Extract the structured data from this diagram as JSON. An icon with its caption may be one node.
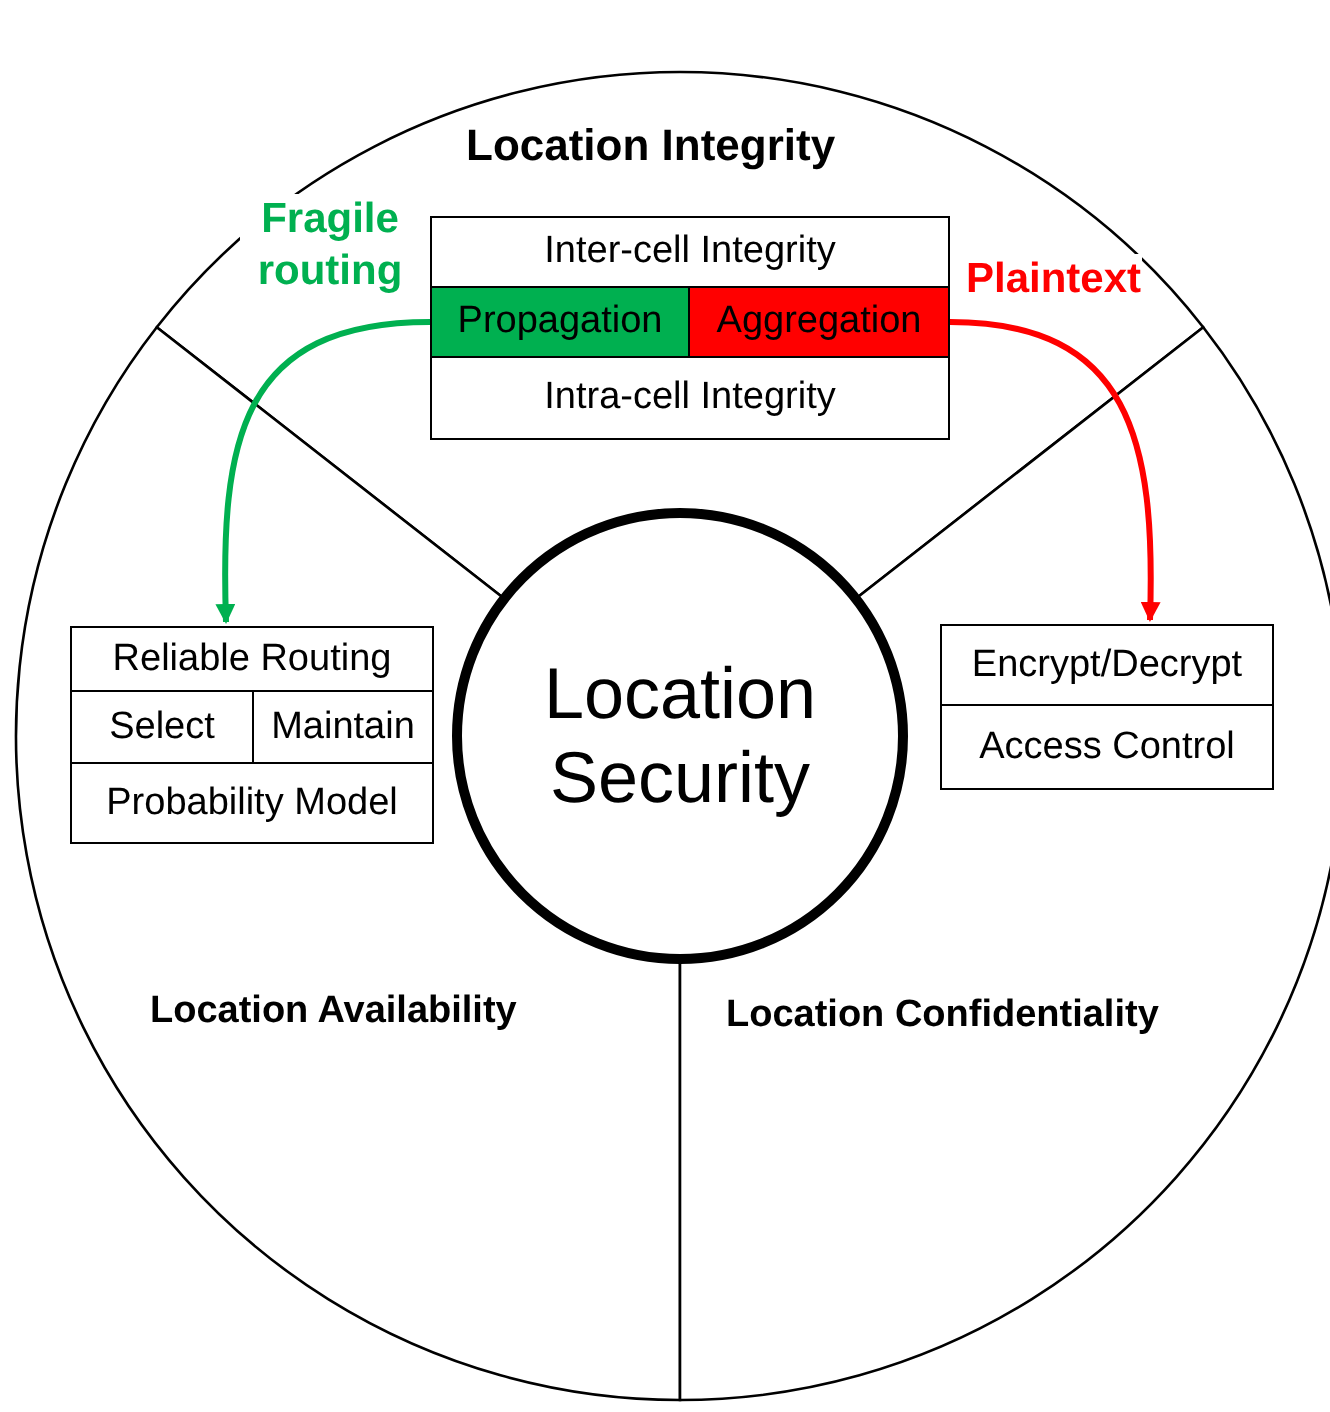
{
  "diagram": {
    "nodes": [
      {
        "text": [
          "Location Integrity"
        ]
      },
      {
        "text": [
          "Inter-cell Integrity"
        ],
        "in": 0
      },
      {
        "text": [
          "Propagation"
        ],
        "in": 0
      },
      {
        "text": [
          "Aggregation"
        ],
        "in": 0
      },
      {
        "text": [
          "Intra-cell Integrity"
        ],
        "in": 0
      },
      {
        "text": [
          "Location Availability"
        ]
      },
      {
        "text": [
          "Reliable Routing"
        ],
        "in": 5
      },
      {
        "text": [
          "Select"
        ],
        "in": 5
      },
      {
        "text": [
          "Maintain"
        ],
        "in": 5
      },
      {
        "text": [
          "Probability Model"
        ],
        "in": 5
      },
      {
        "text": [
          "Location Confidentiality"
        ]
      },
      {
        "text": [
          "Encrypt/Decrypt"
        ],
        "in": 10
      },
      {
        "text": [
          "Access Control"
        ],
        "in": 10
      },
      {
        "text": [
          "Location Security"
        ]
      }
    ],
    "edges": [
      {
        "from": 2,
        "to": 6,
        "arrow": "to",
        "label": "Fragile routing",
        "color": "#00b050"
      },
      {
        "from": 3,
        "to": 11,
        "arrow": "to",
        "label": "Plaintext",
        "color": "#ff0000"
      }
    ]
  }
}
